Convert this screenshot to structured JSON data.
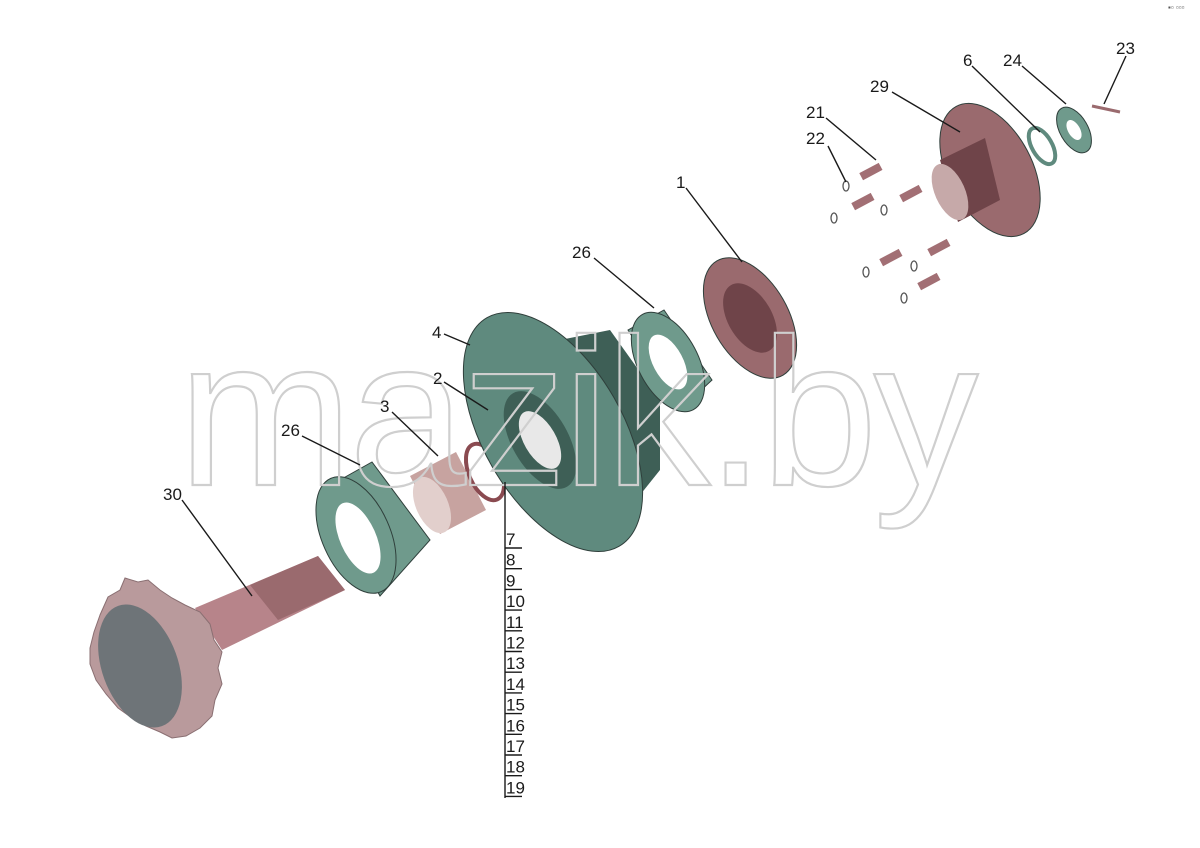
{
  "colors": {
    "housing": "#5f8a7e",
    "housing_dark": "#3e5f56",
    "bearing": "#6f9a8c",
    "flange": "#9a6a6e",
    "flange_dark": "#6f4449",
    "gear": "#b99a9c",
    "gear_face": "#6e7478",
    "shaft": "#b7848a",
    "sleeve": "#c7a3a0",
    "bolt": "#a26f74",
    "line": "#1a1a1a"
  },
  "watermark": "mazik.by",
  "corner_note": "▪▫ ▫▫▫",
  "callouts": {
    "c1": "1",
    "c2": "2",
    "c3": "3",
    "c4": "4",
    "c6": "6",
    "c21": "21",
    "c22": "22",
    "c23": "23",
    "c24": "24",
    "c26a": "26",
    "c26b": "26",
    "c29": "29",
    "c30": "30"
  },
  "stack": [
    "7",
    "8",
    "9",
    "10",
    "11",
    "12",
    "13",
    "14",
    "15",
    "16",
    "17",
    "18",
    "19"
  ]
}
